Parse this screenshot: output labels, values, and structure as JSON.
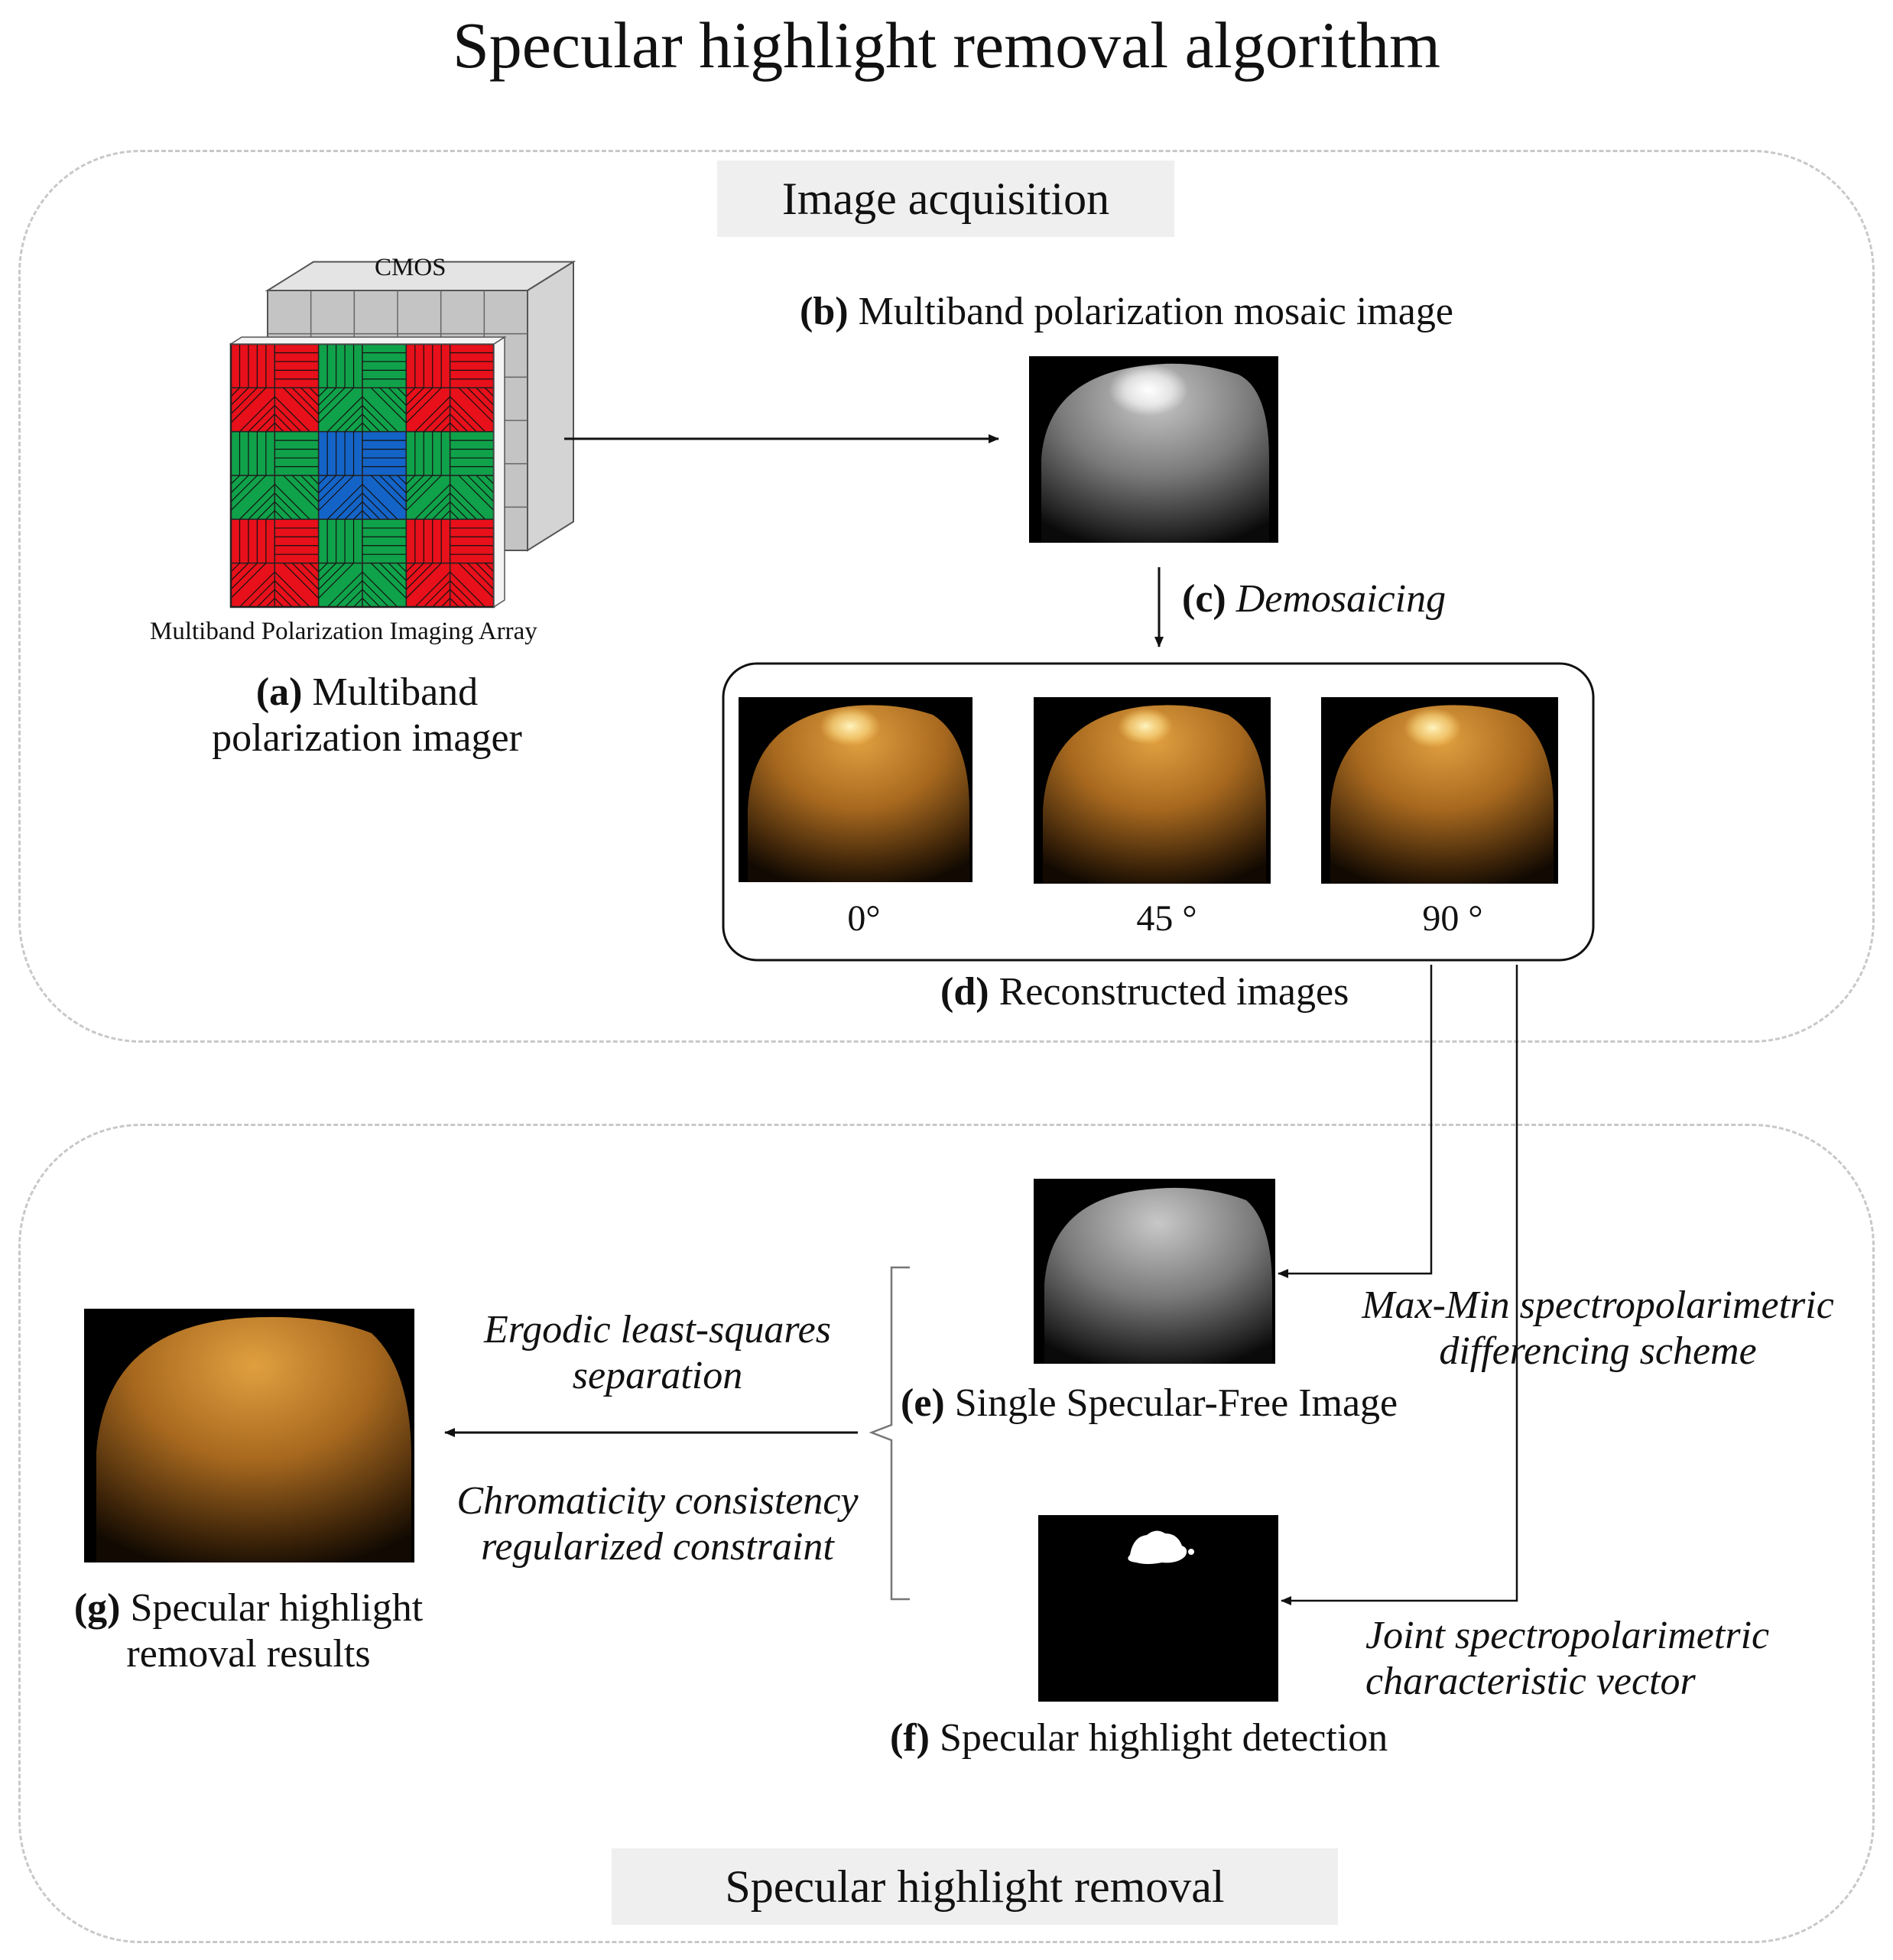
{
  "title": "Specular highlight removal algorithm",
  "sections": {
    "acquisition": "Image acquisition",
    "removal": "Specular highlight removal"
  },
  "imager": {
    "cmos_label": "CMOS",
    "array_label": "Multiband Polarization Imaging Array",
    "caption_letter": "(a)",
    "caption_line1": " Multiband",
    "caption_line2": "polarization imager"
  },
  "mosaic": {
    "caption_letter": "(b)",
    "caption": " Multiband polarization mosaic image"
  },
  "demosaic": {
    "letter": "(c)",
    "label": " Demosaicing"
  },
  "reconstructed": {
    "angles": [
      "0°",
      "45 °",
      "90 °"
    ],
    "caption_letter": "(d)",
    "caption": " Reconstructed images"
  },
  "specular_free": {
    "caption_letter": "(e)",
    "caption": " Single Specular-Free Image",
    "method_line1": "Max-Min spectropolarimetric",
    "method_line2": "differencing scheme"
  },
  "detection": {
    "caption_letter": "(f)",
    "caption": " Specular highlight detection",
    "method_line1": "Joint spectropolarimetric",
    "method_line2": "characteristic vector"
  },
  "separation": {
    "upper_line1": "Ergodic least-squares",
    "upper_line2": "separation",
    "lower_line1": "Chromaticity consistency",
    "lower_line2": "regularized constraint"
  },
  "result": {
    "caption_letter": "(g)",
    "caption_line1": " Specular highlight",
    "caption_line2": "removal results"
  },
  "colors": {
    "filter_red": "#e8101a",
    "filter_green": "#10a24a",
    "filter_blue": "#1464c8",
    "cmos_gray": "#c4c4c4",
    "apple_color": "#b87a2a",
    "apple_gray": "#9a9a9a"
  }
}
